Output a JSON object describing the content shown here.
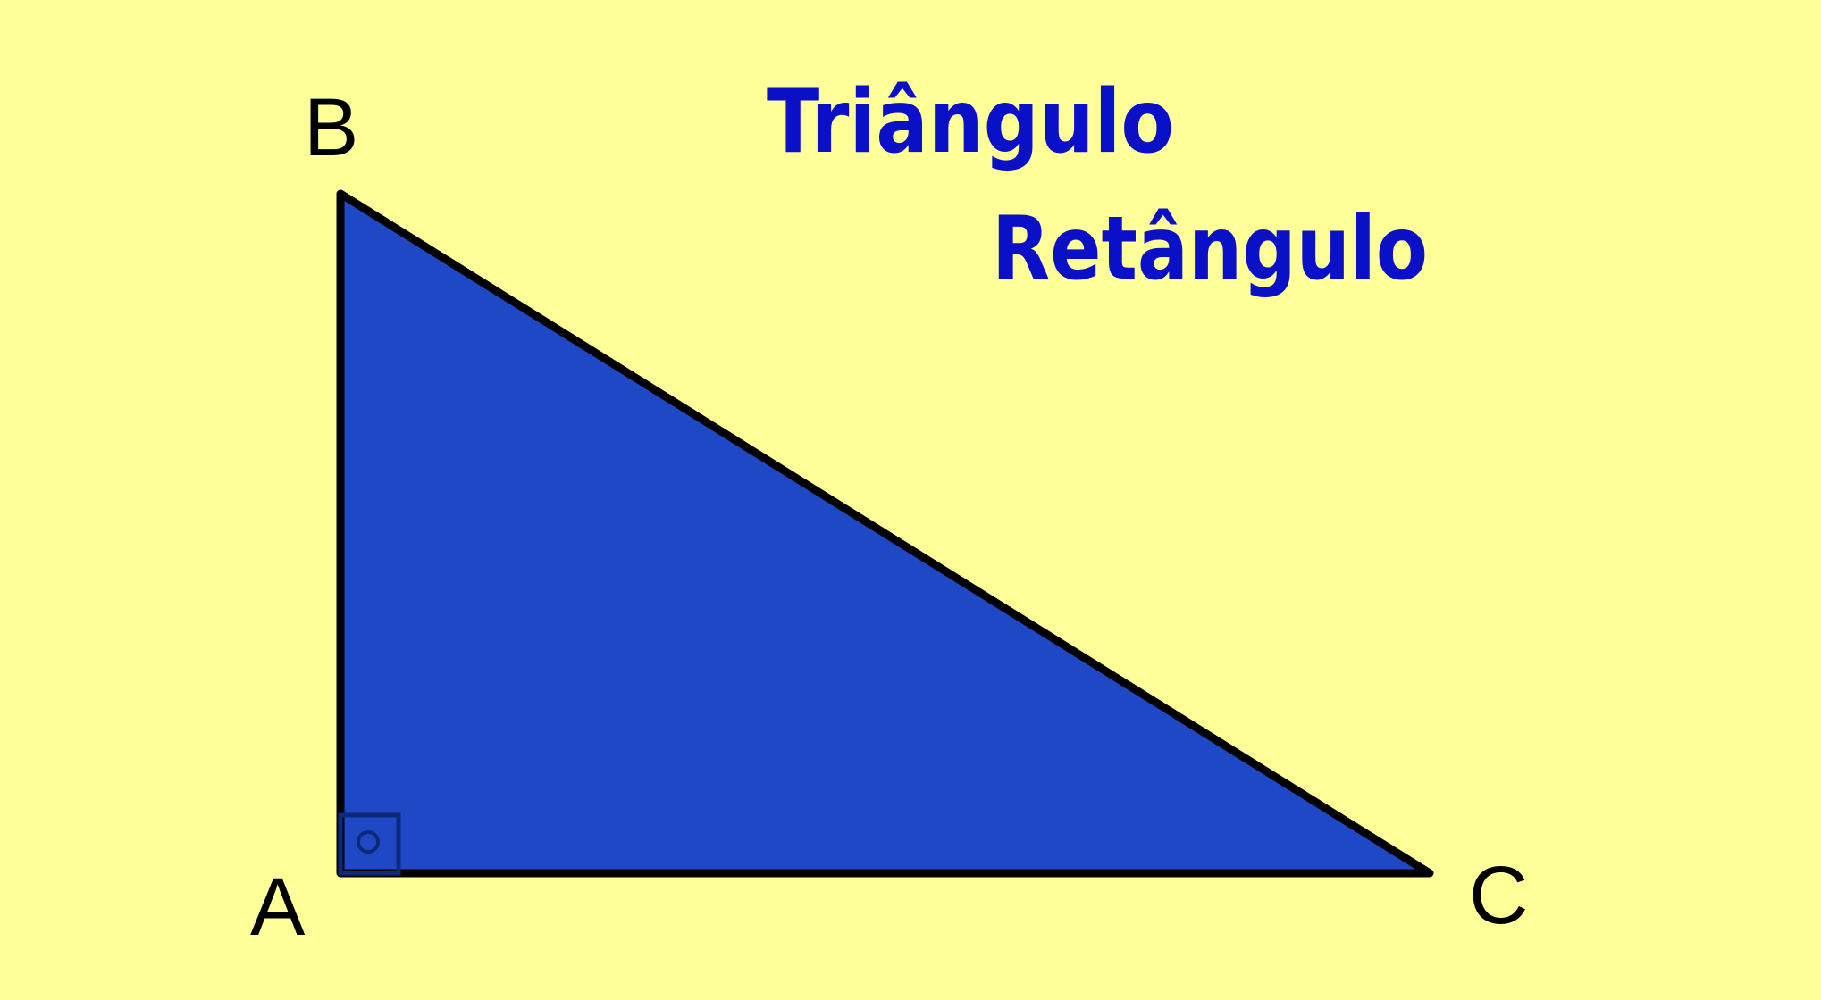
{
  "title": {
    "line1": "Triângulo",
    "line2": "Retângulo"
  },
  "vertices": {
    "a_label": "A",
    "b_label": "B",
    "c_label": "C"
  },
  "colors": {
    "background": "#ffff99",
    "triangle_fill": "#1f48c7",
    "outline": "#000000",
    "title": "#0a10c8",
    "right_angle_marker": "#0d2a7a"
  }
}
